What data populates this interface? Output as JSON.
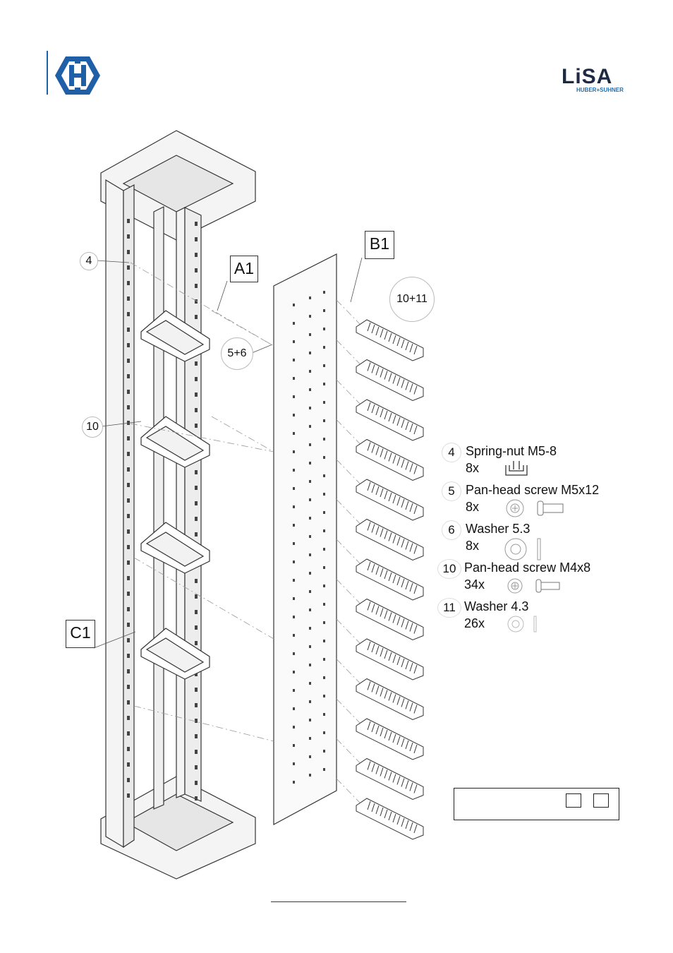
{
  "header": {
    "left_logo_icon": "huber-suhner-hexagon-h-logo",
    "right_logo_text": "LiSA",
    "right_logo_subtext": "HUBER+SUHNER",
    "accent_color": "#1f5fa8"
  },
  "callouts": {
    "A1": "A1",
    "B1": "B1",
    "C1": "C1",
    "spring_nut": "4",
    "screw_washer": "5+6",
    "screw_small": "10",
    "comb_screws": "10+11"
  },
  "parts": [
    {
      "number": "4",
      "name": "Spring-nut M5-8",
      "qty": "8x",
      "icon": "spring-nut-icon"
    },
    {
      "number": "5",
      "name": "Pan-head screw M5x12",
      "qty": "8x",
      "icon": "pan-head-screw-icon"
    },
    {
      "number": "6",
      "name": "Washer 5.3",
      "qty": "8x",
      "icon": "washer-icon"
    },
    {
      "number": "10",
      "name": "Pan-head screw M4x8",
      "qty": "34x",
      "icon": "pan-head-screw-icon"
    },
    {
      "number": "11",
      "name": "Washer 4.3",
      "qty": "26x",
      "icon": "washer-icon"
    }
  ],
  "checkboxes": {
    "count": 2
  },
  "footer": {
    "link_text": ""
  }
}
